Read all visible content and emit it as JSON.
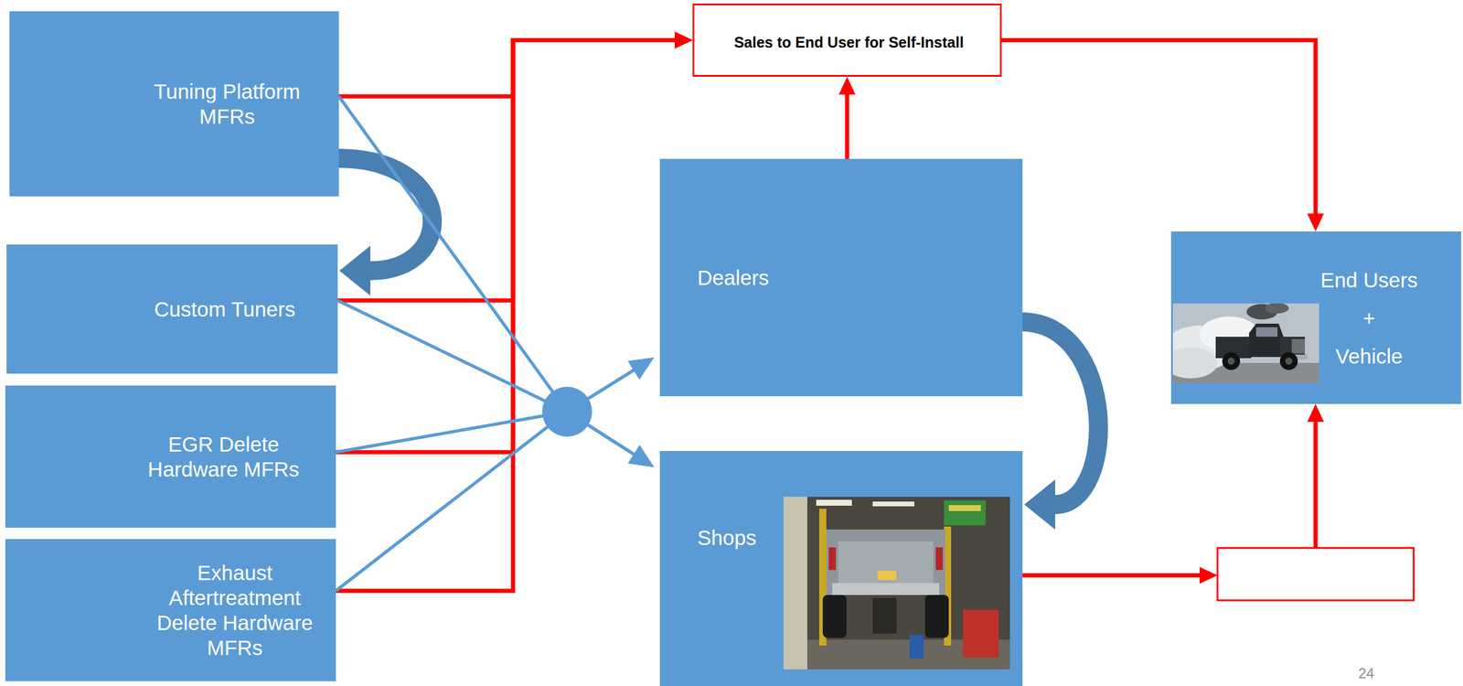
{
  "diagram": {
    "nodes": [
      {
        "text": [
          "Tuning Platform MFRs"
        ]
      },
      {
        "text": [
          "Custom Tuners"
        ]
      },
      {
        "text": [
          "EGR Delete Hardware MFRs"
        ]
      },
      {
        "text": [
          "Exhaust Aftertreatment Delete Hardware MFRs"
        ]
      },
      {
        "text": [
          "Sales to End User for Self-Install"
        ]
      },
      {
        "text": [
          "Dealers"
        ]
      },
      {
        "text": [
          "Shops"
        ]
      },
      {
        "text": [
          "End Users",
          "+",
          "Vehicle"
        ]
      }
    ],
    "edges": [
      {
        "from": 0,
        "to": 4,
        "arrow": "to"
      },
      {
        "from": 1,
        "to": 4,
        "arrow": "to"
      },
      {
        "from": 2,
        "to": 4,
        "arrow": "to"
      },
      {
        "from": 3,
        "to": 4,
        "arrow": "to"
      },
      {
        "from": 5,
        "to": 4,
        "arrow": "to"
      },
      {
        "from": 4,
        "to": 7,
        "arrow": "to"
      },
      {
        "from": 6,
        "to": 7,
        "arrow": "to"
      },
      {
        "from": 0,
        "to": 1,
        "arrow": "to"
      },
      {
        "from": 5,
        "to": 6,
        "arrow": "to"
      },
      {
        "from": 0,
        "to": 5,
        "arrow": "to"
      },
      {
        "from": 0,
        "to": 6,
        "arrow": "to"
      },
      {
        "from": 1,
        "to": 5,
        "arrow": "to"
      },
      {
        "from": 1,
        "to": 6,
        "arrow": "to"
      },
      {
        "from": 2,
        "to": 5,
        "arrow": "to"
      },
      {
        "from": 2,
        "to": 6,
        "arrow": "to"
      },
      {
        "from": 3,
        "to": 5,
        "arrow": "to"
      },
      {
        "from": 3,
        "to": 6,
        "arrow": "to"
      }
    ],
    "labels": [
      "24"
    ]
  }
}
